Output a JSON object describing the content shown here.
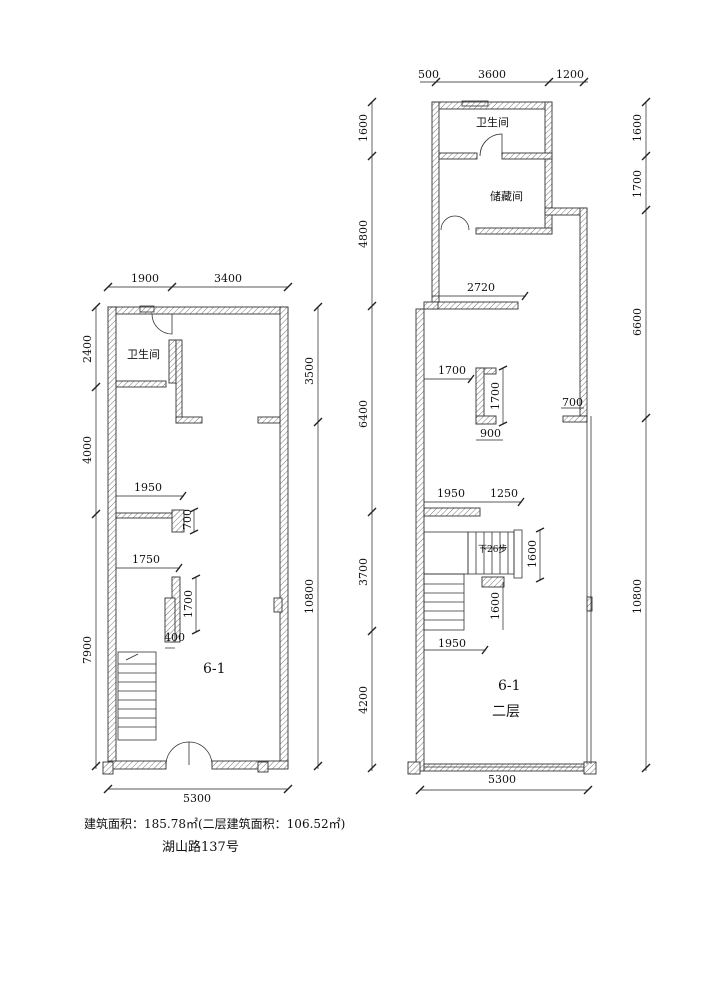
{
  "plan_left": {
    "dims_top": [
      "1900",
      "3400"
    ],
    "dims_left": [
      "2400",
      "4000",
      "7900"
    ],
    "dims_right": [
      "3500",
      "10800"
    ],
    "dims_inner": [
      "1950",
      "700",
      "1750",
      "1700",
      "400"
    ],
    "dim_bottom": "5300",
    "rooms": [
      "卫生间"
    ],
    "unit_label": "6-1"
  },
  "plan_right": {
    "dims_top": [
      "500",
      "3600",
      "1200"
    ],
    "dims_left": [
      "1600",
      "4800",
      "6400",
      "3700",
      "4200"
    ],
    "dims_right": [
      "1600",
      "1700",
      "6600",
      "10800"
    ],
    "dims_inner": [
      "2720",
      "1700",
      "1700",
      "900",
      "700",
      "1950",
      "1250",
      "1600",
      "1600",
      "1950"
    ],
    "dim_bottom": "5300",
    "rooms": [
      "卫生间",
      "储藏间"
    ],
    "stair_label": "下26步",
    "unit_label": "6-1",
    "floor_label": "二层"
  },
  "captions": {
    "area": "建筑面积：185.78㎡(二层建筑面积：106.52㎡)",
    "address": "湖山路137号"
  }
}
